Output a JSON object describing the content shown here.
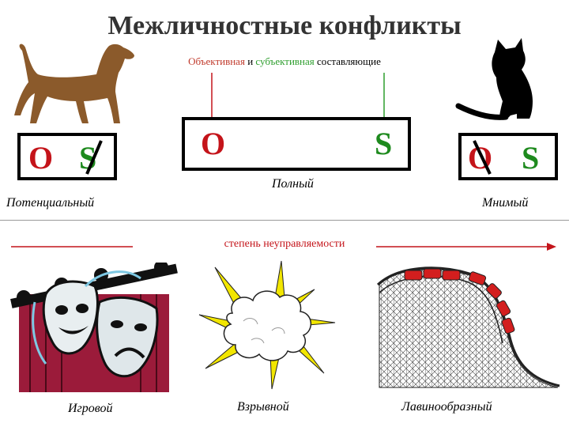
{
  "title": "Межличностные конфликты",
  "subtitle": {
    "o_word": "Объективная",
    "and_word": "и",
    "s_word": "субъективная",
    "rest": "составляющие"
  },
  "boxes": {
    "left": {
      "o": "O",
      "s": "S",
      "label": "Потенциальный"
    },
    "center": {
      "o": "O",
      "s": "S",
      "label": "Полный"
    },
    "right": {
      "o": "O",
      "s": "S",
      "label": "Мнимый"
    }
  },
  "scale": {
    "label": "степень неуправляемости"
  },
  "types": {
    "game": "Игровой",
    "explosive": "Взрывной",
    "avalanche": "Лавинообразный"
  },
  "colors": {
    "objective": "#c4141a",
    "subjective": "#1e8a1e",
    "dog": "#8b5a2b",
    "cat": "#000000"
  }
}
